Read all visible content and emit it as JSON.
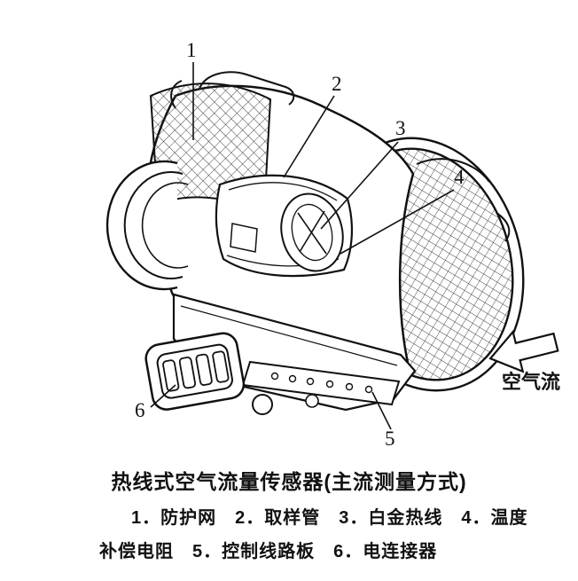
{
  "colors": {
    "ink": "#1a1a1a",
    "background": "#ffffff"
  },
  "diagram": {
    "callouts": [
      "1",
      "2",
      "3",
      "4",
      "5",
      "6"
    ],
    "airflow_label": "空气流"
  },
  "caption": {
    "title": "热线式空气流量传感器(主流测量方式)",
    "legend_line1": "1．防护网　2．取样管　3．白金热线　4．温度",
    "legend_line2": "补偿电阻　5．控制线路板　6．电连接器"
  }
}
